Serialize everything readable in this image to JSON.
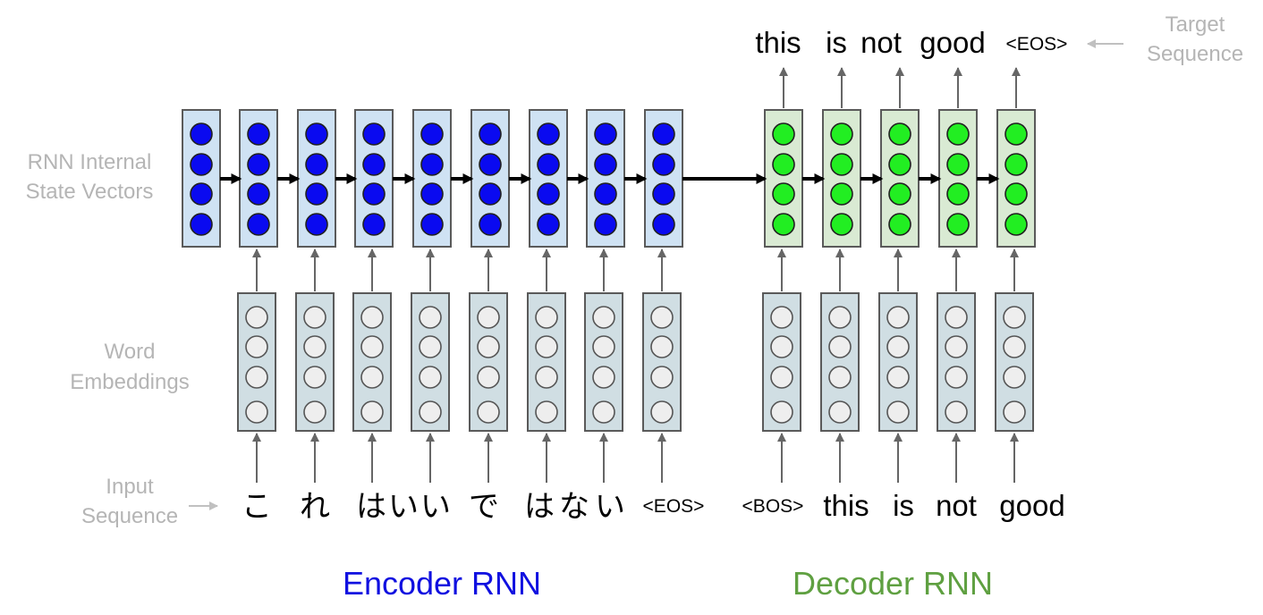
{
  "side_labels": {
    "state": [
      "RNN Internal",
      "State Vectors"
    ],
    "embed": [
      "Word",
      "Embeddings"
    ],
    "input": [
      "Input",
      "Sequence"
    ],
    "target": [
      "Target",
      "Sequence"
    ]
  },
  "input_tokens": [
    "こ",
    "れ",
    "は",
    "い",
    "い",
    "で",
    "は",
    "な",
    "い",
    "<EOS>"
  ],
  "decoder_input_tokens": [
    "<BOS>",
    "this",
    "is",
    "not",
    "good"
  ],
  "target_tokens": [
    "this",
    "is",
    "not",
    "good",
    "<EOS>"
  ],
  "titles": {
    "encoder": "Encoder RNN",
    "decoder": "Decoder RNN"
  },
  "colors": {
    "encoder_title": "#1010e0",
    "decoder_title": "#5fa041",
    "encoder_node": "#0a0af0",
    "encoder_box": "#cfe2f3",
    "decoder_node": "#22ee22",
    "decoder_box": "#d9ead3",
    "embed_node": "#eeeeee",
    "embed_box": "#d0dee3",
    "side_label": "#b5b5b5"
  }
}
